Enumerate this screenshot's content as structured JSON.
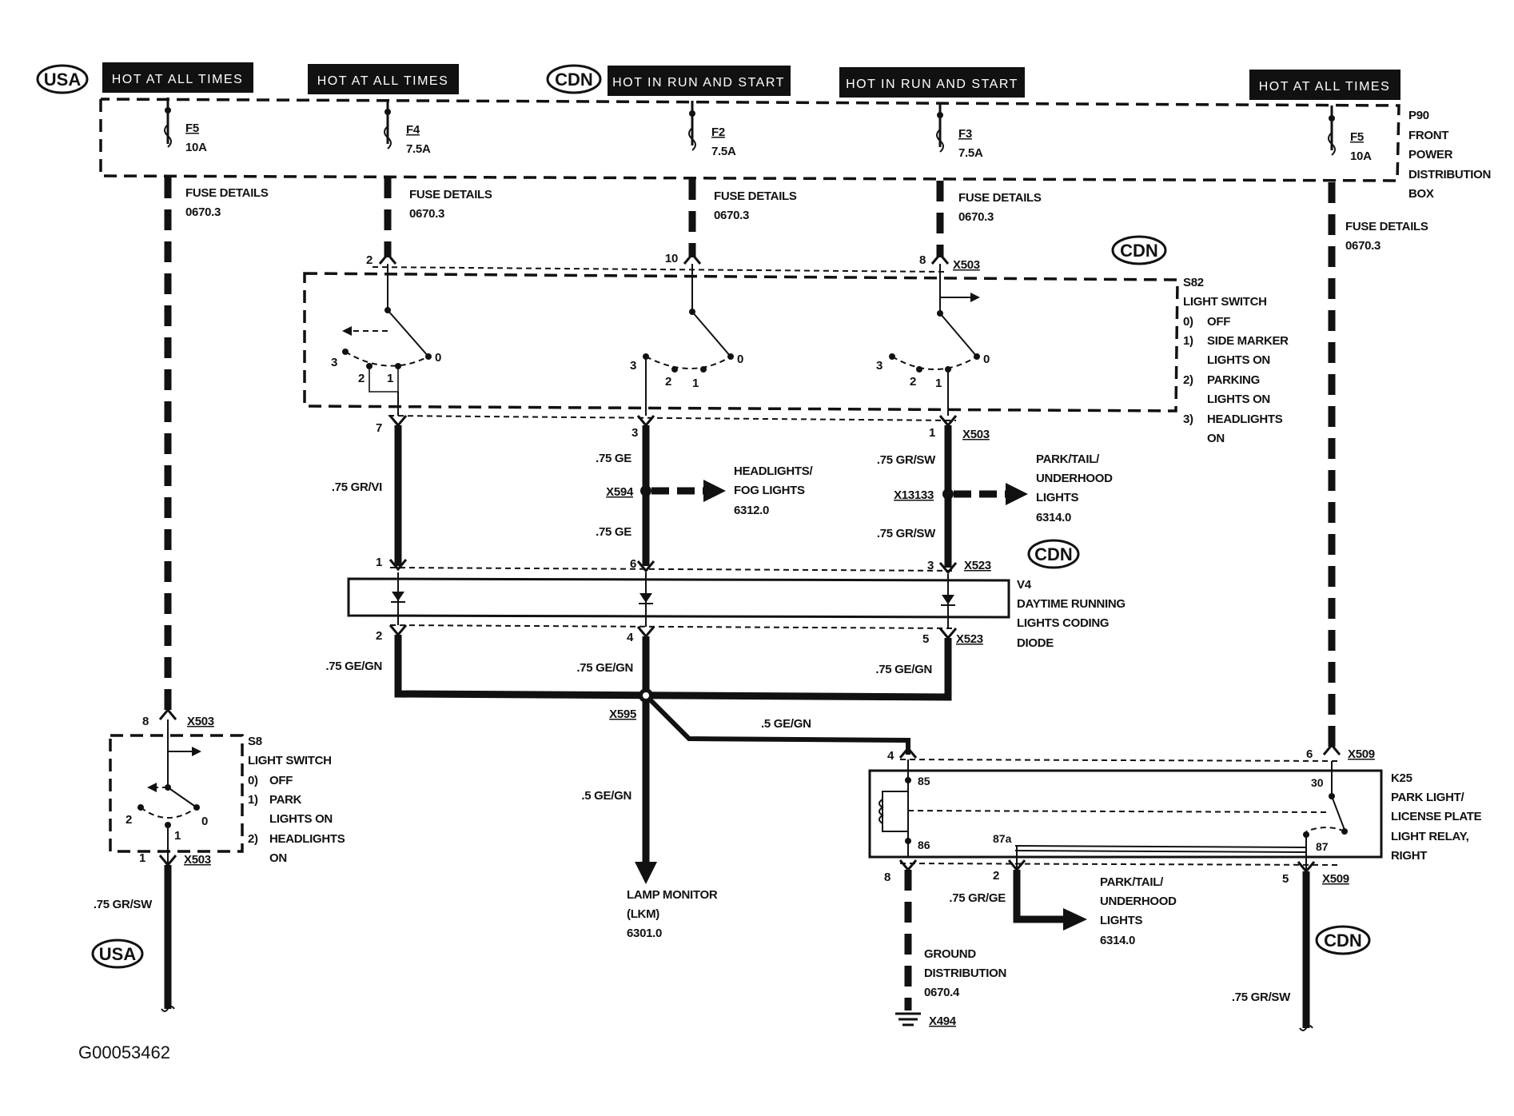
{
  "badges": {
    "usa": "USA",
    "cdn": "CDN"
  },
  "power_headers": {
    "h1": "HOT AT ALL TIMES",
    "h2": "HOT AT ALL TIMES",
    "h3": "HOT IN RUN AND START",
    "h4": "HOT IN RUN AND START",
    "h5": "HOT AT ALL TIMES"
  },
  "fuses": {
    "f5a": {
      "name": "F5",
      "rating": "10A"
    },
    "f4": {
      "name": "F4",
      "rating": "7.5A"
    },
    "f2": {
      "name": "F2",
      "rating": "7.5A"
    },
    "f3": {
      "name": "F3",
      "rating": "7.5A"
    },
    "f5b": {
      "name": "F5",
      "rating": "10A"
    }
  },
  "fuse_details": {
    "label": "FUSE DETAILS",
    "ref": "0670.3"
  },
  "power_box": {
    "id": "P90",
    "line1": "FRONT",
    "line2": "POWER",
    "line3": "DISTRIBUTION",
    "line4": "BOX"
  },
  "s82": {
    "id": "S82",
    "name": "LIGHT SWITCH",
    "p0": "0)",
    "p0t": "OFF",
    "p1": "1)",
    "p1t1": "SIDE MARKER",
    "p1t2": "LIGHTS ON",
    "p2": "2)",
    "p2t1": "PARKING",
    "p2t2": "LIGHTS ON",
    "p3": "3)",
    "p3t1": "HEADLIGHTS",
    "p3t2": "ON"
  },
  "s8": {
    "id": "S8",
    "name": "LIGHT SWITCH",
    "p0": "0)",
    "p0t": "OFF",
    "p1": "1)",
    "p1t1": "PARK",
    "p1t2": "LIGHTS ON",
    "p2": "2)",
    "p2t1": "HEADLIGHTS",
    "p2t2": "ON"
  },
  "connectors": {
    "x503": "X503",
    "x523": "X523",
    "x594": "X594",
    "x13133": "X13133",
    "x595": "X595",
    "x509": "X509",
    "x494": "X494"
  },
  "pins": {
    "s82_in_a": "2",
    "s82_in_b": "10",
    "s82_in_c": "8",
    "s82_out_a": "7",
    "s82_out_b": "3",
    "s82_out_c": "1",
    "v4_in_a": "1",
    "v4_in_b": "6",
    "v4_in_c": "3",
    "v4_out_a": "2",
    "v4_out_b": "4",
    "v4_out_c": "5",
    "s8_in": "8",
    "s8_out": "1",
    "k25_in_a": "4",
    "k25_in_b": "6",
    "k25_out_a": "8",
    "k25_out_b": "2",
    "k25_out_c": "5",
    "t85": "85",
    "t86": "86",
    "t87a": "87a",
    "t87": "87",
    "t30": "30",
    "sw3": "3",
    "sw2": "2",
    "sw1": "1",
    "sw0": "0"
  },
  "wires": {
    "grvi": ".75 GR/VI",
    "ge": ".75 GE",
    "grsw": ".75 GR/SW",
    "gegn75": ".75 GE/GN",
    "gegn5": ".5 GE/GN",
    "grge": ".75 GR/GE"
  },
  "destinations": {
    "head1": "HEADLIGHTS/",
    "head2": "FOG LIGHTS",
    "head3": "6312.0",
    "park1": "PARK/TAIL/",
    "park2": "UNDERHOOD",
    "park3": "LIGHTS",
    "park4": "6314.0",
    "lamp1": "LAMP MONITOR",
    "lamp2": "(LKM)",
    "lamp3": "6301.0",
    "gnd1": "GROUND",
    "gnd2": "DISTRIBUTION",
    "gnd3": "0670.4"
  },
  "v4": {
    "id": "V4",
    "line1": "DAYTIME RUNNING",
    "line2": "LIGHTS CODING",
    "line3": "DIODE"
  },
  "k25": {
    "id": "K25",
    "line1": "PARK LIGHT/",
    "line2": "LICENSE PLATE",
    "line3": "LIGHT RELAY,",
    "line4": "RIGHT"
  },
  "figure_id": "G00053462"
}
